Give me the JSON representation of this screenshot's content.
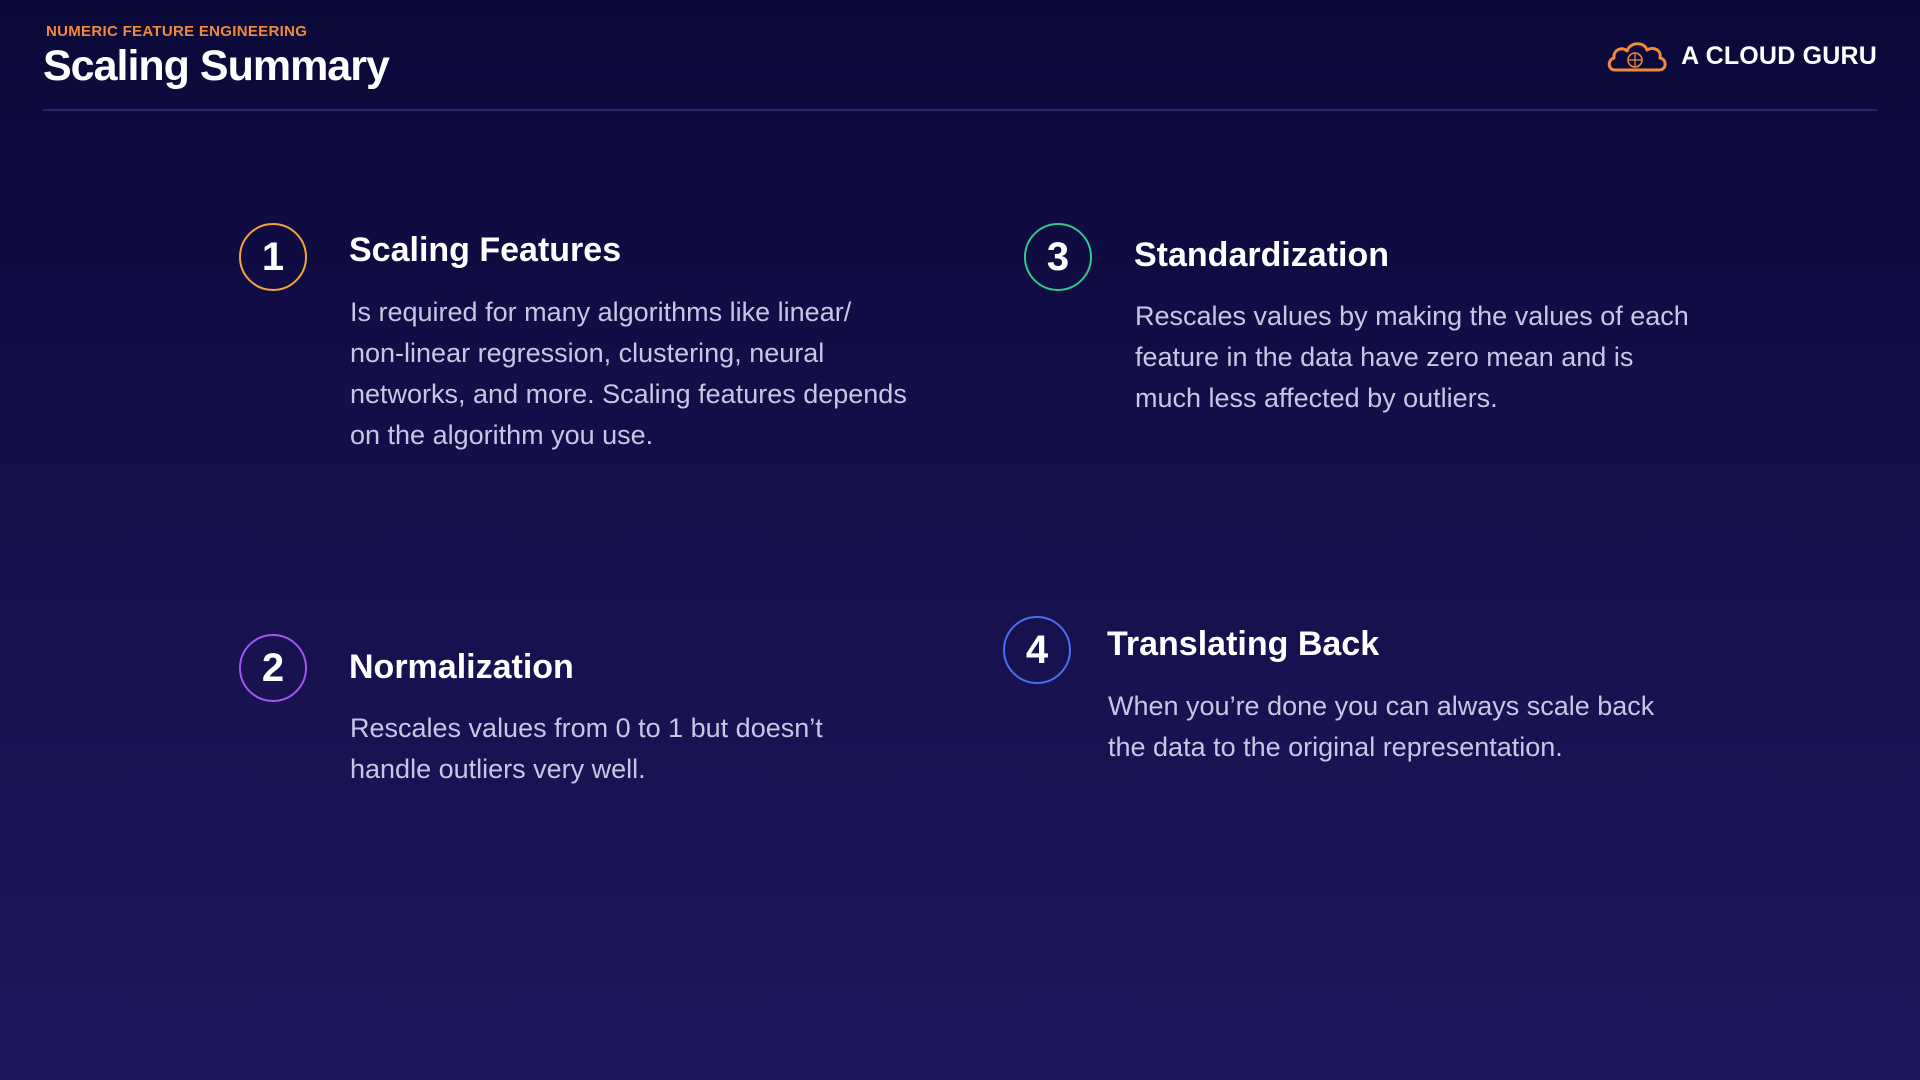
{
  "header": {
    "eyebrow": "NUMERIC FEATURE ENGINEERING",
    "title": "Scaling Summary",
    "brand": {
      "name": "A CLOUD GURU",
      "logo_icon": "cloud-logo-icon",
      "logo_color": "#f08a3c"
    }
  },
  "items": [
    {
      "number": "1",
      "title": "Scaling Features",
      "body": "Is required for many algorithms like linear/ non-linear regression, clustering, neural networks, and more. Scaling features depends on the algorithm you use.",
      "accent": "#f5a23b"
    },
    {
      "number": "2",
      "title": "Normalization",
      "body": "Rescales values from 0 to 1 but doesn’t handle outliers very well.",
      "accent": "#a056f0"
    },
    {
      "number": "3",
      "title": "Standardization",
      "body": "Rescales values by making the values of each feature in the data have zero mean and is much less affected by outliers.",
      "accent": "#2ec98a"
    },
    {
      "number": "4",
      "title": "Translating Back",
      "body": "When you’re done you can always scale back the data to the original representation.",
      "accent": "#4a6ff0"
    }
  ]
}
